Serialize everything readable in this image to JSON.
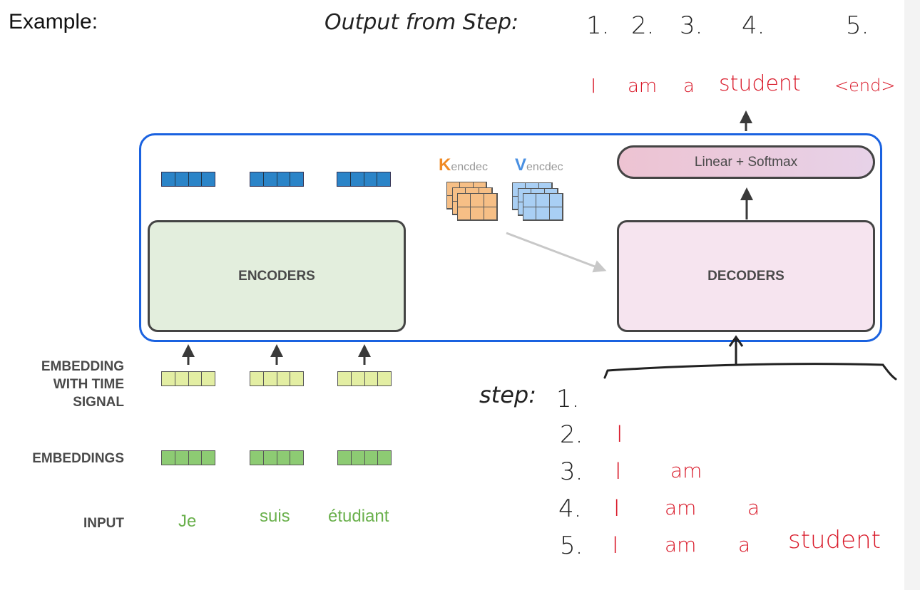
{
  "heading": "Example:",
  "output_header": {
    "label": "Output from Step:",
    "steps": [
      "1.",
      "2.",
      "3.",
      "4.",
      "5."
    ],
    "tokens": [
      "I",
      "am",
      "a",
      "student",
      "<end>"
    ]
  },
  "diagram": {
    "encoder_label": "ENCODERS",
    "decoder_label": "DECODERS",
    "linear_label": "Linear + Softmax",
    "k_label": {
      "main": "K",
      "sub": "encdec"
    },
    "v_label": {
      "main": "V",
      "sub": "encdec"
    },
    "row_labels": {
      "embedding_time": [
        "EMBEDDING",
        "WITH TIME",
        "SIGNAL"
      ],
      "embeddings": "EMBEDDINGS",
      "input": "INPUT"
    },
    "input_words": [
      "Je",
      "suis",
      "étudiant"
    ],
    "colors": {
      "outer_border": "#1a62e0",
      "encoder_fill": "#e3eedd",
      "decoder_fill": "#f6e4ef",
      "k_color": "#f08a24",
      "v_color": "#4a90e2",
      "handwriting_red": "#d91a2a"
    }
  },
  "decoder_steps": {
    "label": "step:",
    "rows": [
      {
        "num": "1.",
        "tokens": []
      },
      {
        "num": "2.",
        "tokens": [
          "I"
        ]
      },
      {
        "num": "3.",
        "tokens": [
          "I",
          "am"
        ]
      },
      {
        "num": "4.",
        "tokens": [
          "I",
          "am",
          "a"
        ]
      },
      {
        "num": "5.",
        "tokens": [
          "I",
          "am",
          "a",
          "student"
        ]
      }
    ]
  }
}
